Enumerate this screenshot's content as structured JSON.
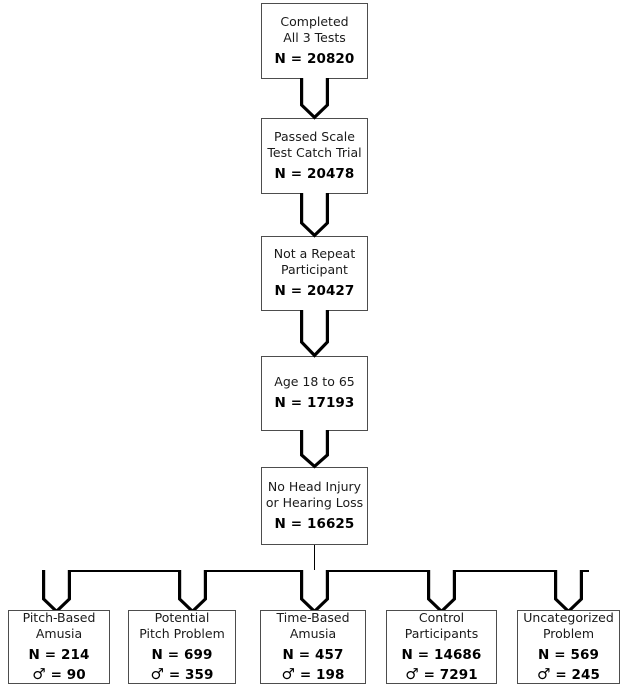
{
  "diagram": {
    "type": "participant-flow-chart",
    "orientation": "top-to-bottom",
    "connector_shape": "pentagon-arrow"
  },
  "main_flow": [
    {
      "id": "completed-all-3-tests",
      "title": "Completed\nAll 3 Tests",
      "stat": "N = 20820"
    },
    {
      "id": "passed-scale-test-catch-trial",
      "title": "Passed Scale\nTest Catch Trial",
      "stat": "N = 20478"
    },
    {
      "id": "not-a-repeat-participant",
      "title": "Not a Repeat\nParticipant",
      "stat": "N = 20427"
    },
    {
      "id": "age-18-to-65",
      "title": "Age 18 to 65",
      "stat": "N = 17193"
    },
    {
      "id": "no-head-injury-or-hearing-loss",
      "title": "No Head Injury\nor Hearing Loss",
      "stat": "N = 16625"
    }
  ],
  "outcome_groups": [
    {
      "id": "pitch-based-amusia",
      "title": "Pitch-Based\nAmusia",
      "stat": "N = 214",
      "male_symbol": "♂",
      "male_stat": " = 90"
    },
    {
      "id": "potential-pitch-problem",
      "title": "Potential\nPitch Problem",
      "stat": "N = 699",
      "male_symbol": "♂",
      "male_stat": " = 359"
    },
    {
      "id": "time-based-amusia",
      "title": "Time-Based\nAmusia",
      "stat": "N = 457",
      "male_symbol": "♂",
      "male_stat": " = 198"
    },
    {
      "id": "control-participants",
      "title": "Control\nParticipants",
      "stat": "N = 14686",
      "male_symbol": "♂",
      "male_stat": " = 7291"
    },
    {
      "id": "uncategorized-problem",
      "title": "Uncategorized\nProblem",
      "stat": "N = 569",
      "male_symbol": "♂",
      "male_stat": " = 245"
    }
  ],
  "colors": {
    "box_border": "#4d4d4d",
    "connector_stroke": "#000000",
    "text": "#000000",
    "background": "#ffffff"
  }
}
